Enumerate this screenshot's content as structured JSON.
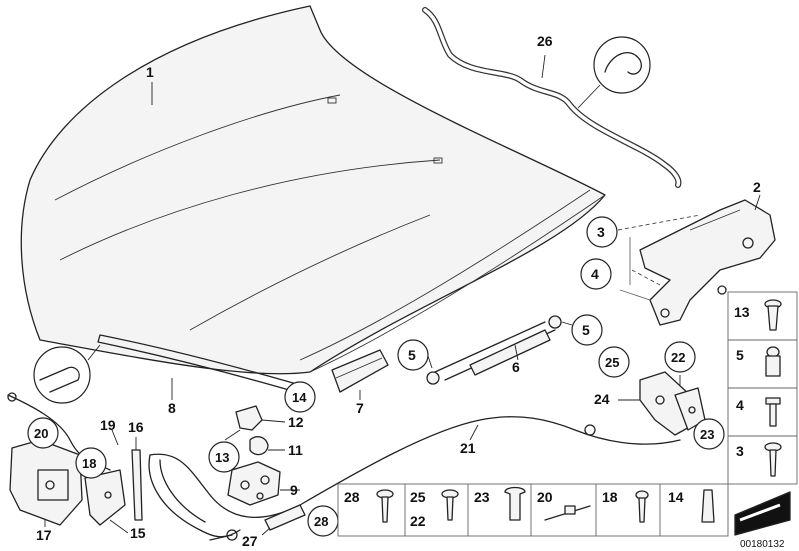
{
  "diagram": {
    "callouts": {
      "c1": "1",
      "c2": "2",
      "c3": "3",
      "c4": "4",
      "c5a": "5",
      "c5b": "5",
      "c6": "6",
      "c7": "7",
      "c8": "8",
      "c9": "9",
      "c11": "11",
      "c12": "12",
      "c13": "13",
      "c14": "14",
      "c15": "15",
      "c16": "16",
      "c17": "17",
      "c18": "18",
      "c19": "19",
      "c20": "20",
      "c21": "21",
      "c22": "22",
      "c23": "23",
      "c24": "24",
      "c25": "25",
      "c26": "26",
      "c27": "27",
      "c28": "28"
    },
    "side_panel": {
      "r13": "13",
      "r5": "5",
      "r4": "4",
      "r3": "3"
    },
    "bottom_panel": {
      "b28": "28",
      "b25": "25",
      "b22": "22",
      "b23": "23",
      "b20": "20",
      "b18": "18",
      "b14": "14"
    },
    "doc_number": "00180132"
  }
}
